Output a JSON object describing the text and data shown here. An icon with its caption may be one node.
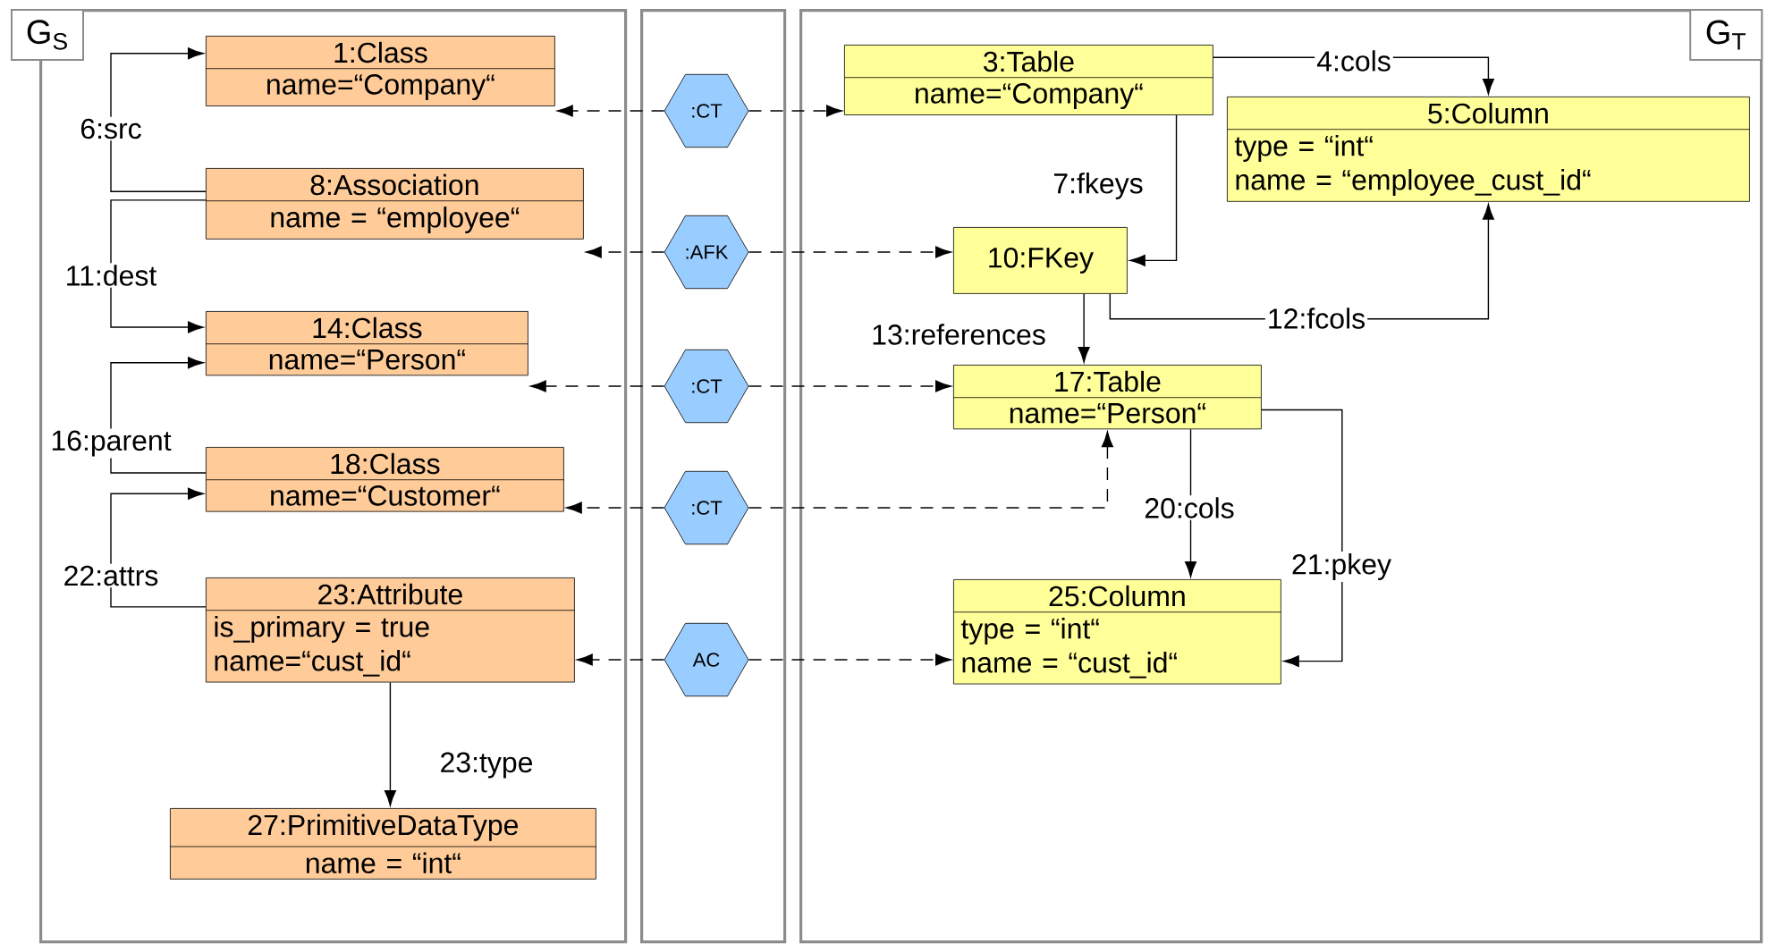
{
  "diagram": {
    "nodes": [
      {
        "text": [
          "G$_{S}$"
        ]
      },
      {
        "text": [],
        "shape": "box"
      },
      {
        "text": [
          "G$_{T}$"
        ]
      },
      {
        "text": [
          "1:Class",
          "name=“Company“"
        ],
        "in": 0
      },
      {
        "text": [
          "8:Association",
          "name = “employee“"
        ],
        "in": 0
      },
      {
        "text": [
          "14:Class",
          "name=“Person“"
        ],
        "in": 0
      },
      {
        "text": [
          "18:Class",
          "name=“Customer“"
        ],
        "in": 0
      },
      {
        "text": [
          "23:Attribute",
          "is_primary = true",
          "name=“cust_id“"
        ],
        "in": 0
      },
      {
        "text": [
          "27:PrimitiveDataType",
          "name = “int“"
        ],
        "in": 0
      },
      {
        "text": [
          ":CT"
        ],
        "in": 1
      },
      {
        "text": [
          ":AFK"
        ],
        "in": 1
      },
      {
        "text": [
          ":CT"
        ],
        "in": 1
      },
      {
        "text": [
          ":CT"
        ],
        "in": 1
      },
      {
        "text": [
          "AC"
        ],
        "in": 1
      },
      {
        "text": [
          "3:Table",
          "name=“Company“"
        ],
        "in": 2
      },
      {
        "text": [
          "5:Column",
          "type = “int“",
          "name = “employee_cust_id“"
        ],
        "in": 2
      },
      {
        "text": [
          "10:FKey"
        ],
        "in": 2
      },
      {
        "text": [
          "17:Table",
          "name=“Person“"
        ],
        "in": 2
      },
      {
        "text": [
          "25:Column",
          "type = “int“",
          "name = “cust_id“"
        ],
        "in": 2
      }
    ],
    "edges": [
      {
        "from": 4,
        "to": 3,
        "arrow": "to",
        "label": "6:src"
      },
      {
        "from": 4,
        "to": 5,
        "arrow": "to",
        "label": "11:dest"
      },
      {
        "from": 6,
        "to": 5,
        "arrow": "to",
        "label": "16:parent"
      },
      {
        "from": 7,
        "to": 6,
        "arrow": "to",
        "label": "22:attrs"
      },
      {
        "from": 7,
        "to": 8,
        "arrow": "to",
        "label": "23:type"
      },
      {
        "from": 9,
        "to": 3,
        "arrow": "to",
        "style": "dashed"
      },
      {
        "from": 9,
        "to": 14,
        "arrow": "to",
        "style": "dashed"
      },
      {
        "from": 10,
        "to": 4,
        "arrow": "to",
        "style": "dashed"
      },
      {
        "from": 10,
        "to": 16,
        "arrow": "to",
        "style": "dashed"
      },
      {
        "from": 11,
        "to": 5,
        "arrow": "to",
        "style": "dashed"
      },
      {
        "from": 11,
        "to": 17,
        "arrow": "to",
        "style": "dashed"
      },
      {
        "from": 12,
        "to": 6,
        "arrow": "to",
        "style": "dashed"
      },
      {
        "from": 12,
        "to": 17,
        "arrow": "to",
        "style": "dashed"
      },
      {
        "from": 13,
        "to": 7,
        "arrow": "to",
        "style": "dashed"
      },
      {
        "from": 13,
        "to": 18,
        "arrow": "to",
        "style": "dashed"
      },
      {
        "from": 14,
        "to": 15,
        "arrow": "to",
        "label": "4:cols"
      },
      {
        "from": 14,
        "to": 16,
        "arrow": "to",
        "label": "7:fkeys"
      },
      {
        "from": 16,
        "to": 17,
        "arrow": "to",
        "label": "13:references"
      },
      {
        "from": 16,
        "to": 15,
        "arrow": "to",
        "label": "12:fcols"
      },
      {
        "from": 17,
        "to": 18,
        "arrow": "to",
        "label": "20:cols"
      },
      {
        "from": 17,
        "to": 18,
        "arrow": "to",
        "label": "21:pkey"
      }
    ]
  }
}
